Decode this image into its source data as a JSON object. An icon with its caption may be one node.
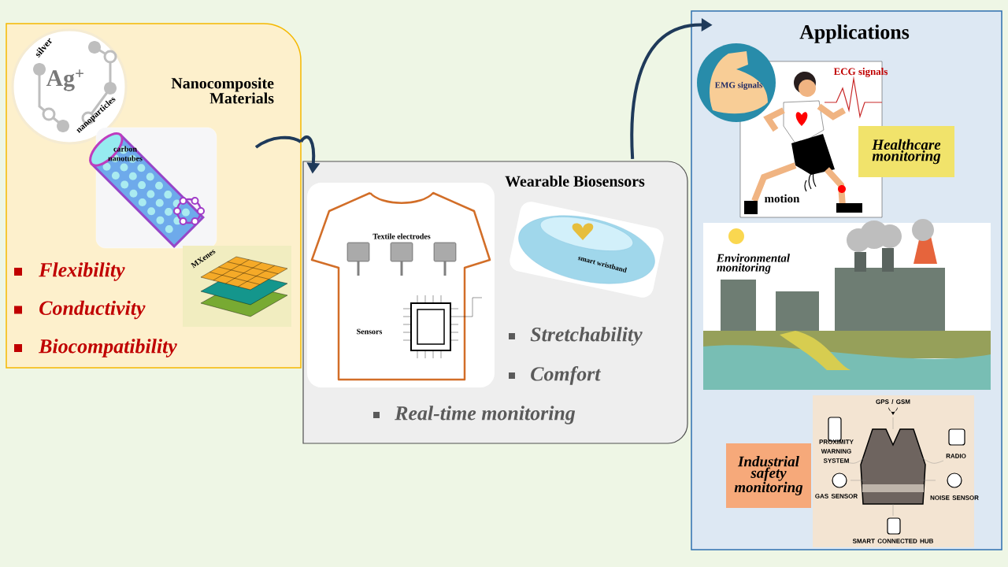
{
  "diagram": {
    "nodes": [
      {
        "text": [
          "Nanocomposite Materials",
          "Flexibility",
          "Conductivity",
          "Biocompatibility"
        ]
      },
      {
        "text": [
          "silver",
          "Ag$^{+}$",
          "nanoparticles"
        ],
        "in": 0
      },
      {
        "text": [
          "carbon nanotubes"
        ],
        "in": 0
      },
      {
        "text": [
          "MXenes"
        ],
        "in": 0
      },
      {
        "text": [
          "Wearable Biosensors",
          "Stretchability",
          "Comfort",
          "Real-time monitoring"
        ]
      },
      {
        "text": [
          "Textile electrodes",
          "Sensors"
        ],
        "in": 4
      },
      {
        "text": [
          "smart wristband"
        ],
        "in": 4
      },
      {
        "text": [
          "Applications"
        ]
      },
      {
        "text": [
          "ECG signals",
          "motion"
        ],
        "in": 7
      },
      {
        "text": [
          "EMG signals"
        ],
        "in": 7
      },
      {
        "text": [
          "Healthcare monitoring"
        ],
        "in": 7
      },
      {
        "text": [
          "Environmental monitoring"
        ],
        "in": 7
      },
      {
        "text": [
          "GPS / GSM",
          "PROXIMITY WARNING SYSTEM",
          "RADIO",
          "GAS SENSOR",
          "NOISE SENSOR",
          "SMART CONNECTED HUB"
        ],
        "in": 7
      },
      {
        "text": [
          "Industrial safety monitoring"
        ],
        "in": 7
      }
    ],
    "edges": [
      {
        "from": 0,
        "to": 4,
        "arrow": "to"
      },
      {
        "from": 4,
        "to": 7,
        "arrow": "to"
      }
    ]
  }
}
